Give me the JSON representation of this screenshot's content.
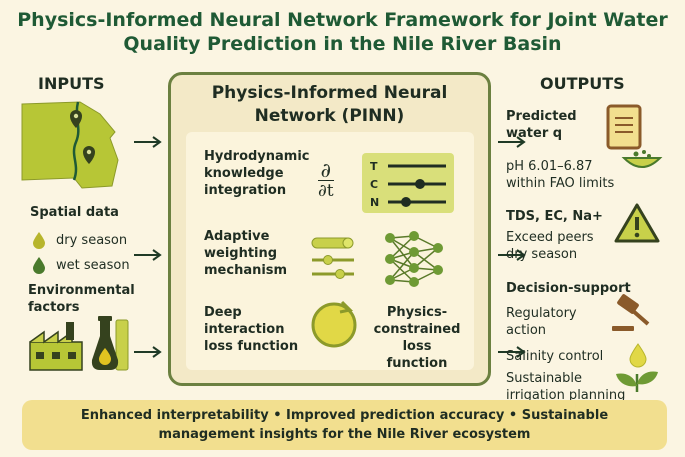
{
  "title_line1": "Physics-Informed Neural Network   Framework for Joint Water",
  "title_line2": "Quality Prediction in the Nile River Basin",
  "inputs": {
    "header": "INPUTS",
    "spatial_label": "Spatial data",
    "dry_label": "dry season",
    "wet_label": "wet season",
    "env_line1": "Environmental",
    "env_line2": "factors"
  },
  "pinn": {
    "title_line1": "Physics-Informed Neural",
    "title_line2": "Network (PINN)",
    "hydro": [
      "Hydrodynamic",
      "knowledge",
      "integration"
    ],
    "adaptive": [
      "Adaptive",
      "weighting",
      "mechanism"
    ],
    "deep": [
      "Deep",
      "interaction",
      "loss function"
    ],
    "physics": [
      "Physics-",
      "constrained",
      "loss function"
    ],
    "partial_top": "∂",
    "partial_bottom": "∂t",
    "slider_labels": [
      "T",
      "C",
      "N"
    ]
  },
  "outputs": {
    "header": "OUTPUTS",
    "predicted": [
      "Predicted",
      "water q"
    ],
    "ph": [
      "pH 6.01–6.87",
      "within FAO limits"
    ],
    "tds": "TDS, EC, Na+",
    "exceed": [
      "Exceed peers",
      "dry season"
    ],
    "decision": "Decision-support",
    "regulatory": [
      "Regulatory",
      "action"
    ],
    "salinity": "Salinity control",
    "sustainable": [
      "Sustainable",
      "irrigation planning"
    ]
  },
  "bottom": {
    "line1": "Enhanced interpretability • Improved prediction accuracy • Sustainable",
    "line2": "management insights for the Nile River ecosystem"
  },
  "colors": {
    "accent_green": "#1f5a35",
    "lime": "#b7c636",
    "olive": "#6b8040",
    "cream": "#fbf5e2",
    "bar_yellow": "#f2df8f"
  }
}
